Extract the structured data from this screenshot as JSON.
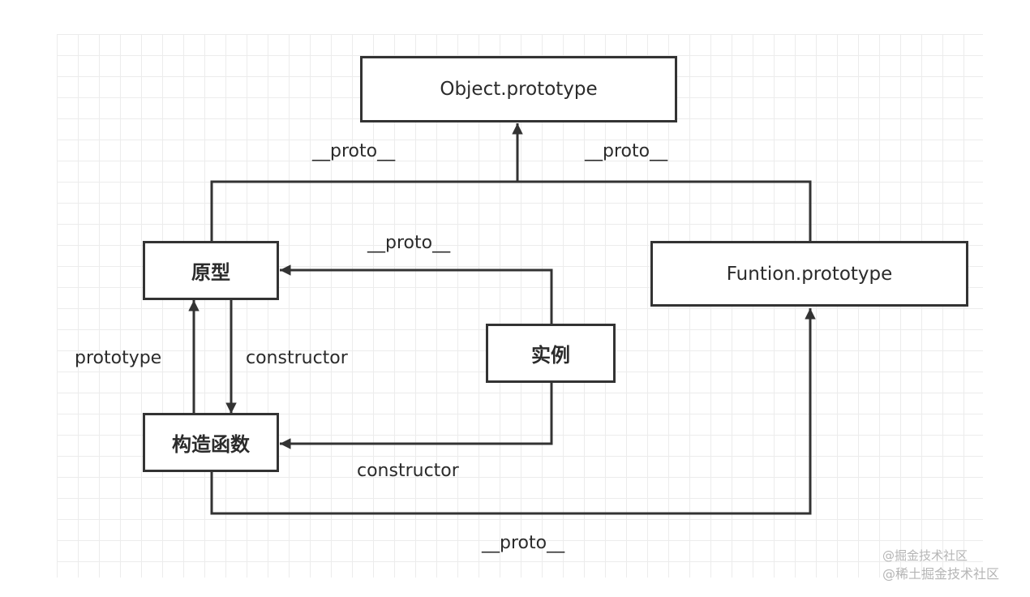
{
  "diagram": {
    "title": "JavaScript prototype chain",
    "nodes": {
      "object_prototype": "Object.prototype",
      "prototype": "原型",
      "function_prototype": "Funtion.prototype",
      "instance": "实例",
      "constructor_fn": "构造函数"
    },
    "edge_labels": {
      "proto_left_top": "__proto__",
      "proto_right_top": "__proto__",
      "proto_instance_to_prototype": "__proto__",
      "prototype": "prototype",
      "constructor_prototype_to_fn": "constructor",
      "constructor_instance_to_fn": "constructor",
      "proto_bottom": "__proto__"
    },
    "edges": [
      {
        "from": "prototype",
        "to": "object_prototype",
        "label": "__proto__"
      },
      {
        "from": "function_prototype",
        "to": "object_prototype",
        "label": "__proto__"
      },
      {
        "from": "instance",
        "to": "prototype",
        "label": "__proto__"
      },
      {
        "from": "constructor_fn",
        "to": "prototype",
        "label": "prototype"
      },
      {
        "from": "prototype",
        "to": "constructor_fn",
        "label": "constructor"
      },
      {
        "from": "instance",
        "to": "constructor_fn",
        "label": "constructor"
      },
      {
        "from": "constructor_fn",
        "to": "function_prototype",
        "label": "__proto__"
      }
    ],
    "colors": {
      "stroke": "#333333",
      "grid": "#ececec",
      "watermark": "#b5b5b5"
    }
  },
  "watermark": {
    "line1": "@掘金技术社区",
    "line2": "@稀土掘金技术社区"
  }
}
